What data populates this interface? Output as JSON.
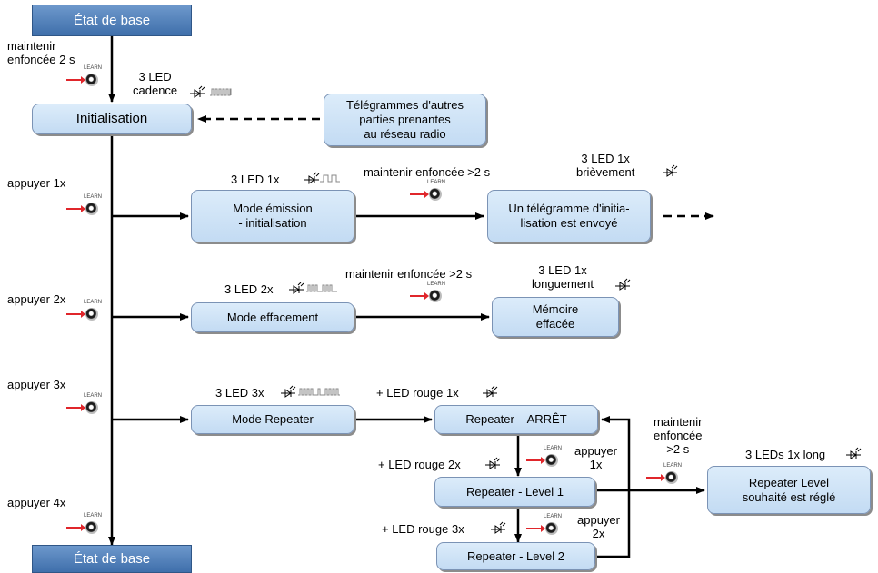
{
  "states": {
    "top": "État de base",
    "bottom": "État de base"
  },
  "boxes": {
    "initialisation": "Initialisation",
    "telegrams": "Télégrammes d'autres\nparties prenantes\nau réseau radio",
    "mode_emission": "Mode émission\n- initialisation",
    "telegram_sent": "Un télégramme d'initia-\nlisation est envoyé",
    "mode_effacement": "Mode effacement",
    "memoire": "Mémoire\neffacée",
    "mode_repeater": "Mode Repeater",
    "rep_off": "Repeater – ARRÊT",
    "rep_l1": "Repeater - Level 1",
    "rep_l2": "Repeater - Level 2",
    "rep_set": "Repeater Level\nsouhaité est réglé"
  },
  "labels": {
    "hold_2s_a": "maintenir",
    "hold_2s_b": "enfoncée 2 s",
    "led_cadence_a": "3 LED",
    "led_cadence_b": "cadence",
    "press1": "appuyer 1x",
    "press2": "appuyer 2x",
    "press3": "appuyer 3x",
    "press4": "appuyer 4x",
    "led1x": "3 LED 1x",
    "hold_gt2_a": "maintenir enfoncée >2 s",
    "led1x_brief_a": "3 LED 1x",
    "led1x_brief_b": "brièvement",
    "led2x": "3 LED 2x",
    "hold_gt2_b": "maintenir enfoncée >2 s",
    "led1x_long_a": "3 LED 1x",
    "led1x_long_b": "longuement",
    "led3x": "3 LED 3x",
    "red1x": "+ LED rouge 1x",
    "red2x": "+ LED rouge 2x",
    "red3x": "+ LED rouge 3x",
    "app1_a": "appuyer",
    "app1_b": "1x",
    "app2_a": "appuyer",
    "app2_b": "2x",
    "hold_gt2_c_a": "maintenir",
    "hold_gt2_c_b": "enfoncée",
    "hold_gt2_c_c": ">2 s",
    "leds_1x_long": "3 LEDs 1x long"
  },
  "learn_label": "LEARN",
  "icons": {
    "button": "learn-button-icon",
    "led": "led-diode-icon",
    "pulse": "pulse-train-icon"
  },
  "colors": {
    "state_fill": "#4f7fba",
    "box_fill": "#cfe3f6",
    "line": "#000000",
    "press_arrow": "#e0262b"
  }
}
